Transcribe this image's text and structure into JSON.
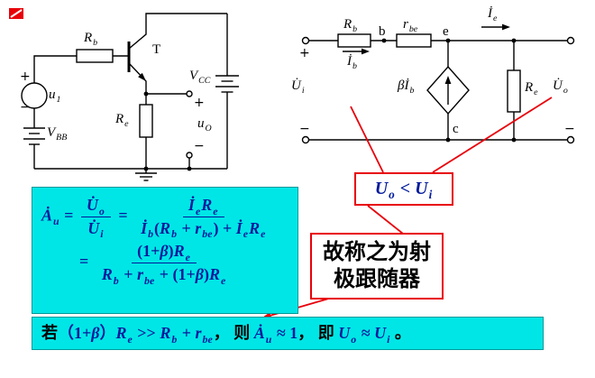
{
  "colors": {
    "math": "#001a9b",
    "cyan": "#00e6e6",
    "cyanBorder": "#009999",
    "red": "#e8000a",
    "ink": "#000000"
  },
  "left_circuit": {
    "labels": {
      "plus_src": "+",
      "minus_src": "−",
      "u1": [
        {
          "t": "u",
          "s": "1"
        }
      ],
      "vbb": [
        {
          "t": "V",
          "s": "BB"
        }
      ],
      "rb": [
        {
          "t": "R",
          "s": "b"
        }
      ],
      "t": [
        {
          "r": "T"
        }
      ],
      "vcc": [
        {
          "t": "V",
          "s": "CC"
        }
      ],
      "re": [
        {
          "t": "R",
          "s": "e"
        }
      ],
      "plus_out": "+",
      "minus_out": "−",
      "uo": [
        {
          "t": "u",
          "s": "O"
        }
      ]
    }
  },
  "right_circuit": {
    "labels": {
      "rb": [
        {
          "t": "R",
          "s": "b"
        }
      ],
      "node_b": [
        {
          "r": "b"
        }
      ],
      "rbe": [
        {
          "t": "r",
          "s": "be"
        }
      ],
      "node_e": [
        {
          "r": "e"
        }
      ],
      "node_c": [
        {
          "r": "c"
        }
      ],
      "ie": [
        {
          "t": "İ",
          "s": "e"
        }
      ],
      "ib": [
        {
          "t": "İ",
          "s": "b"
        }
      ],
      "beta_ib": [
        {
          "t": "βİ",
          "s": "b"
        }
      ],
      "re": [
        {
          "t": "R",
          "s": "e"
        }
      ],
      "ui": [
        {
          "t": "U̇",
          "s": "i"
        }
      ],
      "uo": [
        {
          "t": "U̇",
          "s": "o"
        }
      ],
      "plus_left": "+",
      "minus_left": "−",
      "minus_right": "−"
    }
  },
  "callout": {
    "tokens": [
      {
        "t": "U",
        "s": "o"
      },
      {
        "r": " < "
      },
      {
        "t": "U",
        "s": "i"
      }
    ]
  },
  "follower_box": {
    "line1": "故称之为射",
    "line2": "极跟随器"
  },
  "formula": {
    "line1": [
      {
        "t": "Ȧ",
        "s": "u"
      },
      {
        "r": " = "
      },
      {
        "f": {
          "n": [
            {
              "t": "U̇",
              "s": "o"
            }
          ],
          "d": [
            {
              "t": "U̇",
              "s": "i"
            }
          ]
        }
      },
      {
        "r": " = "
      },
      {
        "f": {
          "n": [
            {
              "t": "İ",
              "s": "e"
            },
            {
              "t": "R",
              "s": "e"
            }
          ],
          "d": [
            {
              "t": "İ",
              "s": "b"
            },
            {
              "r": "("
            },
            {
              "t": "R",
              "s": "b"
            },
            {
              "r": " + "
            },
            {
              "t": "r",
              "s": "be"
            },
            {
              "r": ") + "
            },
            {
              "t": "İ",
              "s": "e"
            },
            {
              "t": "R",
              "s": "e"
            }
          ]
        }
      }
    ],
    "line2": [
      {
        "r": "= "
      },
      {
        "f": {
          "n": [
            {
              "r": "(1+"
            },
            {
              "t": "β"
            },
            {
              "r": ")"
            },
            {
              "t": "R",
              "s": "e"
            }
          ],
          "d": [
            {
              "t": "R",
              "s": "b"
            },
            {
              "r": " + "
            },
            {
              "t": "r",
              "s": "be"
            },
            {
              "r": " + (1+"
            },
            {
              "t": "β"
            },
            {
              "r": ")"
            },
            {
              "t": "R",
              "s": "e"
            }
          ]
        }
      }
    ]
  },
  "bottom_bar": {
    "tokens": [
      {
        "c": "若"
      },
      {
        "r": "（1+"
      },
      {
        "t": "β"
      },
      {
        "r": "）"
      },
      {
        "t": "R",
        "s": "e"
      },
      {
        "r": " >> "
      },
      {
        "t": "R",
        "s": "b"
      },
      {
        "r": " + "
      },
      {
        "t": "r",
        "s": "be"
      },
      {
        "c": "， 则 "
      },
      {
        "t": "Ȧ",
        "s": "u"
      },
      {
        "r": " ≈ 1"
      },
      {
        "c": "， 即 "
      },
      {
        "t": "U",
        "s": "o"
      },
      {
        "r": " ≈ "
      },
      {
        "t": "U",
        "s": "i"
      },
      {
        "c": " 。"
      }
    ]
  }
}
